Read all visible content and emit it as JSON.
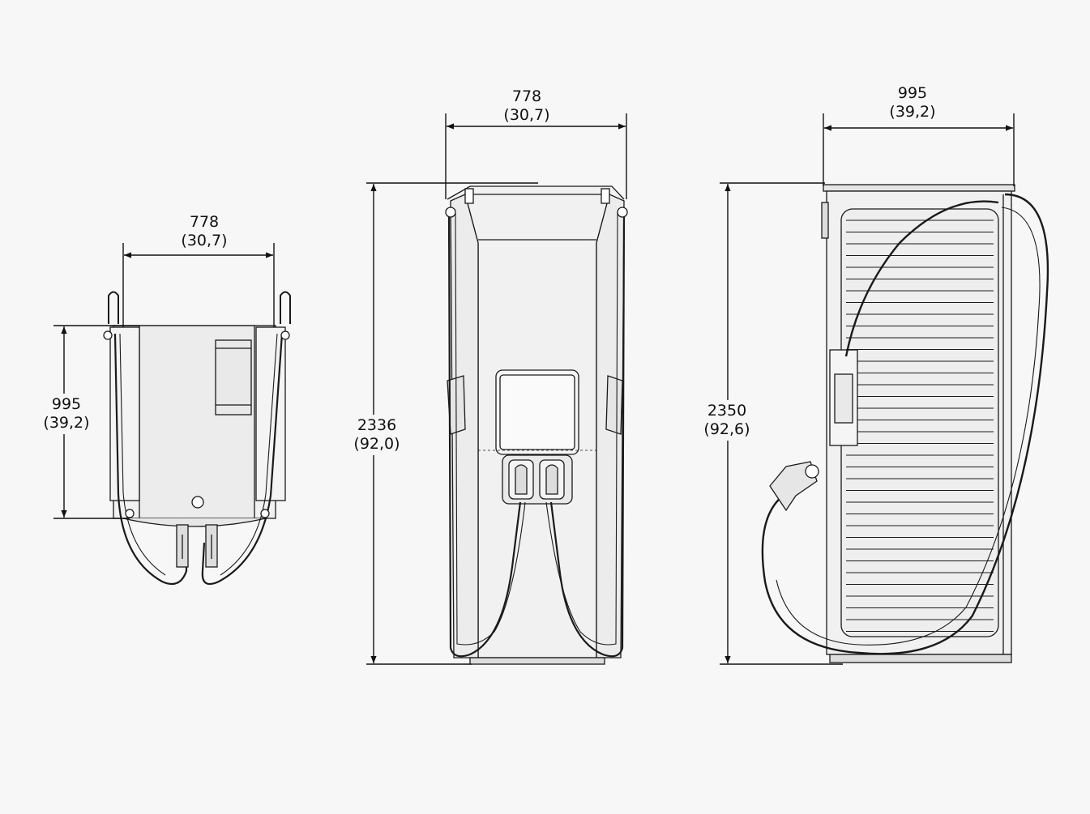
{
  "views": {
    "top": {
      "width": {
        "mm": "778",
        "in": "(30,7)"
      },
      "depth": {
        "mm": "995",
        "in": "(39,2)"
      }
    },
    "front": {
      "width": {
        "mm": "778",
        "in": "(30,7)"
      },
      "height": {
        "mm": "2336",
        "in": "(92,0)"
      }
    },
    "side": {
      "width": {
        "mm": "995",
        "in": "(39,2)"
      },
      "height": {
        "mm": "2350",
        "in": "(92,6)"
      }
    }
  },
  "colors": {
    "line": "#1a1a1a",
    "body": "#f1f1f1",
    "background": "#f7f7f7"
  }
}
